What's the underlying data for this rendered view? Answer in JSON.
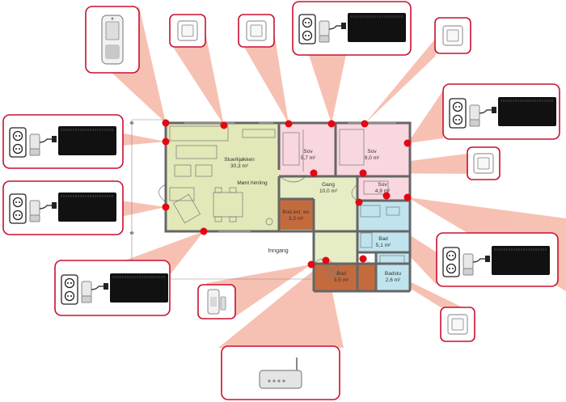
{
  "rooms": {
    "stue": {
      "name": "Stue/kjøkken",
      "area": "30,3 m²"
    },
    "ceiling_note": "Mønt himling",
    "sov1": {
      "name": "Sov",
      "area": "5,7 m²"
    },
    "sov2": {
      "name": "Sov",
      "area": "9,0 m²"
    },
    "sov3": {
      "name": "Sov",
      "area": "4,9 m²"
    },
    "gang": {
      "name": "Gang",
      "area": "10,0 m²"
    },
    "bod_wc": {
      "name": "Bod evt. wc",
      "area": "3,3 m²"
    },
    "bad": {
      "name": "Bad",
      "area": "5,1 m²"
    },
    "badstu": {
      "name": "Badstu",
      "area": "2,6 m²"
    },
    "bod": {
      "name": "Bod",
      "area": "3,5 m²"
    },
    "entrance": "Inngang"
  },
  "colors": {
    "beam": "#f5b7a6",
    "sensor": "#e30613",
    "callout_border": "#c8102e",
    "living": "#e3e8b8",
    "bedroom": "#f9d7df",
    "bath": "#bfe4ee",
    "storage_room": "#c46b3e",
    "hall": "#e6ecc4"
  },
  "devices": {
    "thermostat_icon": "wall-thermostat-icon",
    "heater_icon": "panel-heater-with-plug-receiver-icon",
    "remote_icon": "handheld-remote-icon",
    "gateway_icon": "gateway-router-icon",
    "repeater_icon": "plug-in-repeater-icon"
  }
}
